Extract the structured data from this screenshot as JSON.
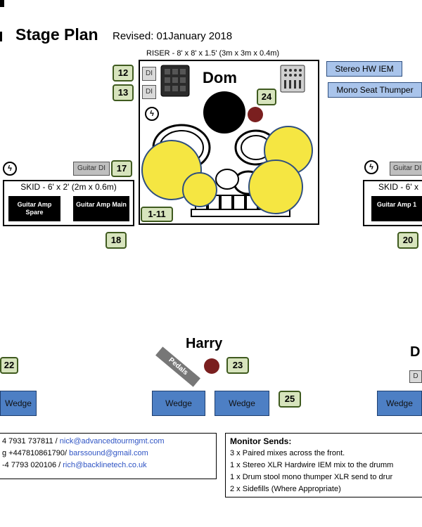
{
  "header": {
    "title": "Stage Plan",
    "revised": "Revised: 01January 2018"
  },
  "riser": {
    "label": "RISER - 8' x 8' x 1.5' (3m x 3m x 0.4m)",
    "drummer": "Dom",
    "di_labels": [
      "DI",
      "DI"
    ],
    "channel_badges": [
      "12",
      "13",
      "24",
      "1-11"
    ]
  },
  "callouts": {
    "stereo_iem": "Stereo  HW  IEM",
    "mono_thumper": "Mono Seat Thumper"
  },
  "left_skid": {
    "guitar_di": "Guitar DI",
    "badge_di": "17",
    "label": "SKID - 6' x 2' (2m x 0.6m)",
    "amps": [
      "Guitar Amp Spare",
      "Guitar Amp Main"
    ],
    "badge_bottom": "18"
  },
  "right_skid": {
    "guitar_di": "Guitar DI",
    "label": "SKID - 6' x",
    "amp": "Guitar Amp 1",
    "badge_bottom": "20"
  },
  "front": {
    "left_badge": "22",
    "left_wedge": "Wedge",
    "center_name": "Harry",
    "pedals": "Pedals",
    "center_badge_mic": "23",
    "center_wedges": [
      "Wedge",
      "Wedge"
    ],
    "center_badge_wedge": "25",
    "right_name": "D",
    "right_wedge": "Wedge",
    "right_di": "D"
  },
  "contacts": [
    {
      "prefix": "4 7931 737811 / ",
      "email": "nick@advancedtourmgmt.com"
    },
    {
      "prefix": "g +447810861790/ ",
      "email": "barssound@gmail.com"
    },
    {
      "prefix": "-4 7793 020106 / ",
      "email": "rich@backlinetech.co.uk"
    }
  ],
  "monitor_sends": {
    "title": "Monitor Sends:",
    "lines": [
      "3 x Paired mixes across the front.",
      "1 x Stereo XLR Hardwire IEM mix to the drumm",
      "1 x Drum stool mono thumper XLR send to drur",
      "2 x Sidefills (Where Appropriate)"
    ]
  },
  "colors": {
    "badge_fill": "#d7e4bd",
    "badge_border": "#3f5a1f",
    "callout_fill": "#a9c4eb",
    "wedge_fill": "#4d7fc4",
    "cymbal_yellow": "#f5e642",
    "mic_dot": "#7a1f1f",
    "link": "#2f54c4"
  }
}
